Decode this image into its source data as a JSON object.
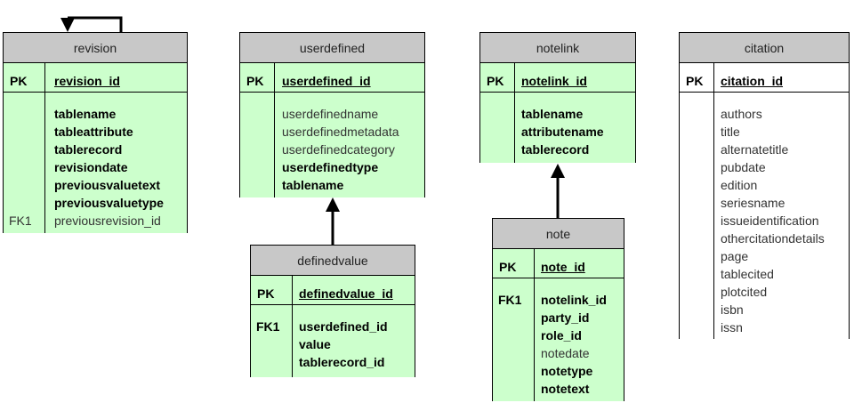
{
  "entities": {
    "revision": {
      "title": "revision",
      "pk_label": "PK",
      "pk": "revision_id",
      "fk_labels": [
        "",
        "",
        "",
        "",
        "",
        "",
        "FK1"
      ],
      "attrs": [
        "tablename",
        "tableattribute",
        "tablerecord",
        "revisiondate",
        "previousvaluetext",
        "previousvaluetype",
        "previousrevision_id"
      ]
    },
    "userdefined": {
      "title": "userdefined",
      "pk_label": "PK",
      "pk": "userdefined_id",
      "attrs": [
        "userdefinedname",
        "userdefinedmetadata",
        "userdefinedcategory",
        "userdefinedtype",
        "tablename"
      ]
    },
    "definedvalue": {
      "title": "definedvalue",
      "pk_label": "PK",
      "pk": "definedvalue_id",
      "fk_labels": [
        "FK1",
        "",
        ""
      ],
      "attrs": [
        "userdefined_id",
        "value",
        "tablerecord_id"
      ]
    },
    "notelink": {
      "title": "notelink",
      "pk_label": "PK",
      "pk": "notelink_id",
      "attrs": [
        "tablename",
        "attributename",
        "tablerecord"
      ]
    },
    "note": {
      "title": "note",
      "pk_label": "PK",
      "pk": "note_id",
      "fk_labels": [
        "FK1",
        "",
        "",
        "",
        "",
        ""
      ],
      "attrs": [
        "notelink_id",
        "party_id",
        "role_id",
        "notedate",
        "notetype",
        "notetext"
      ]
    },
    "citation": {
      "title": "citation",
      "pk_label": "PK",
      "pk": "citation_id",
      "attrs": [
        "authors",
        "title",
        "alternatetitle",
        "pubdate",
        "edition",
        "seriesname",
        "issueidentification",
        "othercitationdetails",
        "page",
        "tablecited",
        "plotcited",
        "isbn",
        "issn"
      ]
    }
  }
}
